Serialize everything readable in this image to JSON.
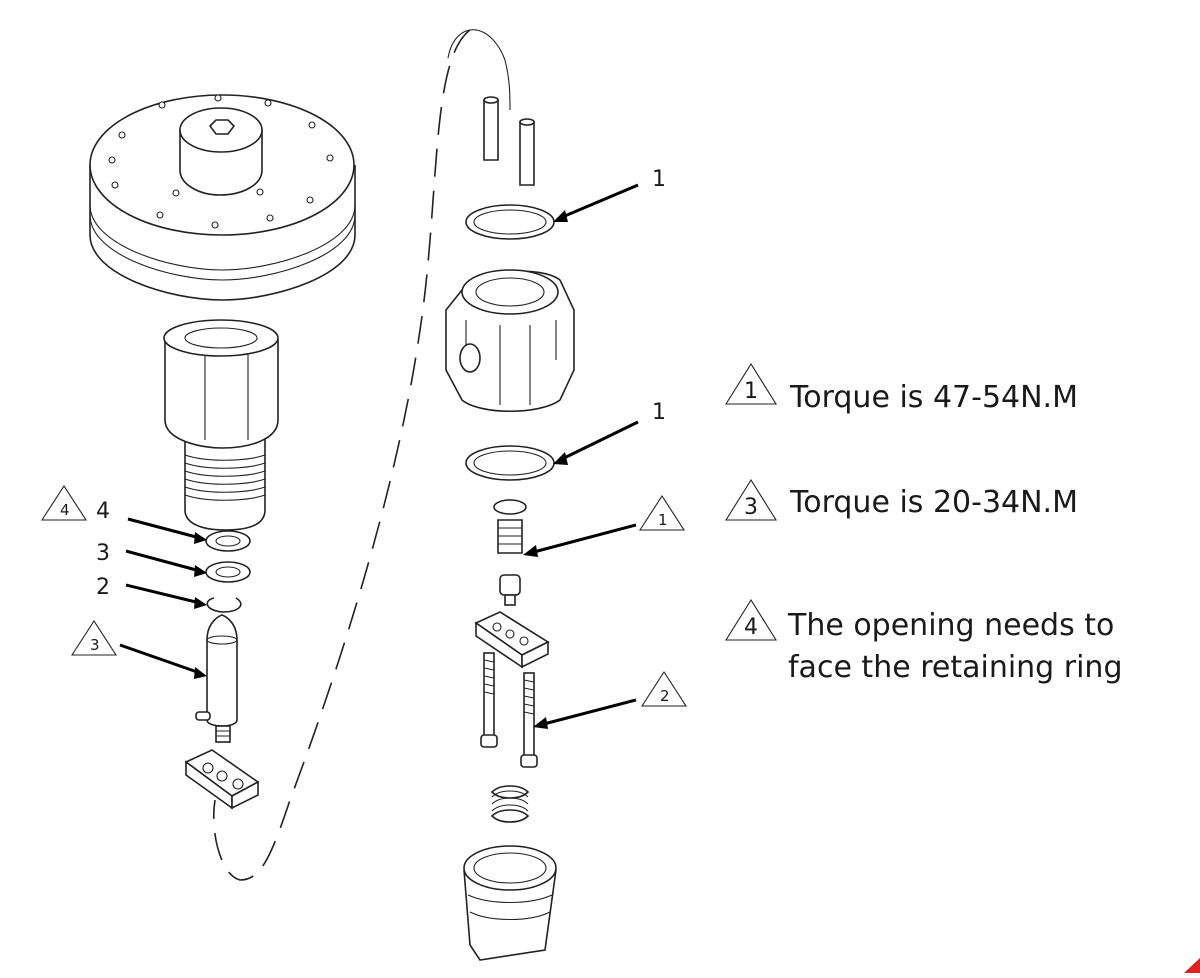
{
  "callouts": {
    "ring_top": "1",
    "ring_mid": "1",
    "left_4": "4",
    "left_3": "3",
    "left_2": "2"
  },
  "warning_markers": {
    "left_top": "4",
    "left_pin": "3",
    "right_fitting": "1",
    "right_screws": "2"
  },
  "notes": [
    {
      "symbol": "1",
      "text": "Torque is 47-54N.M"
    },
    {
      "symbol": "3",
      "text": "Torque is 20-34N.M"
    },
    {
      "symbol": "4",
      "text_line1": "The opening needs to",
      "text_line2": "face the retaining ring"
    }
  ],
  "colors": {
    "ink": "#222222",
    "corner_mark": "#e02020"
  }
}
